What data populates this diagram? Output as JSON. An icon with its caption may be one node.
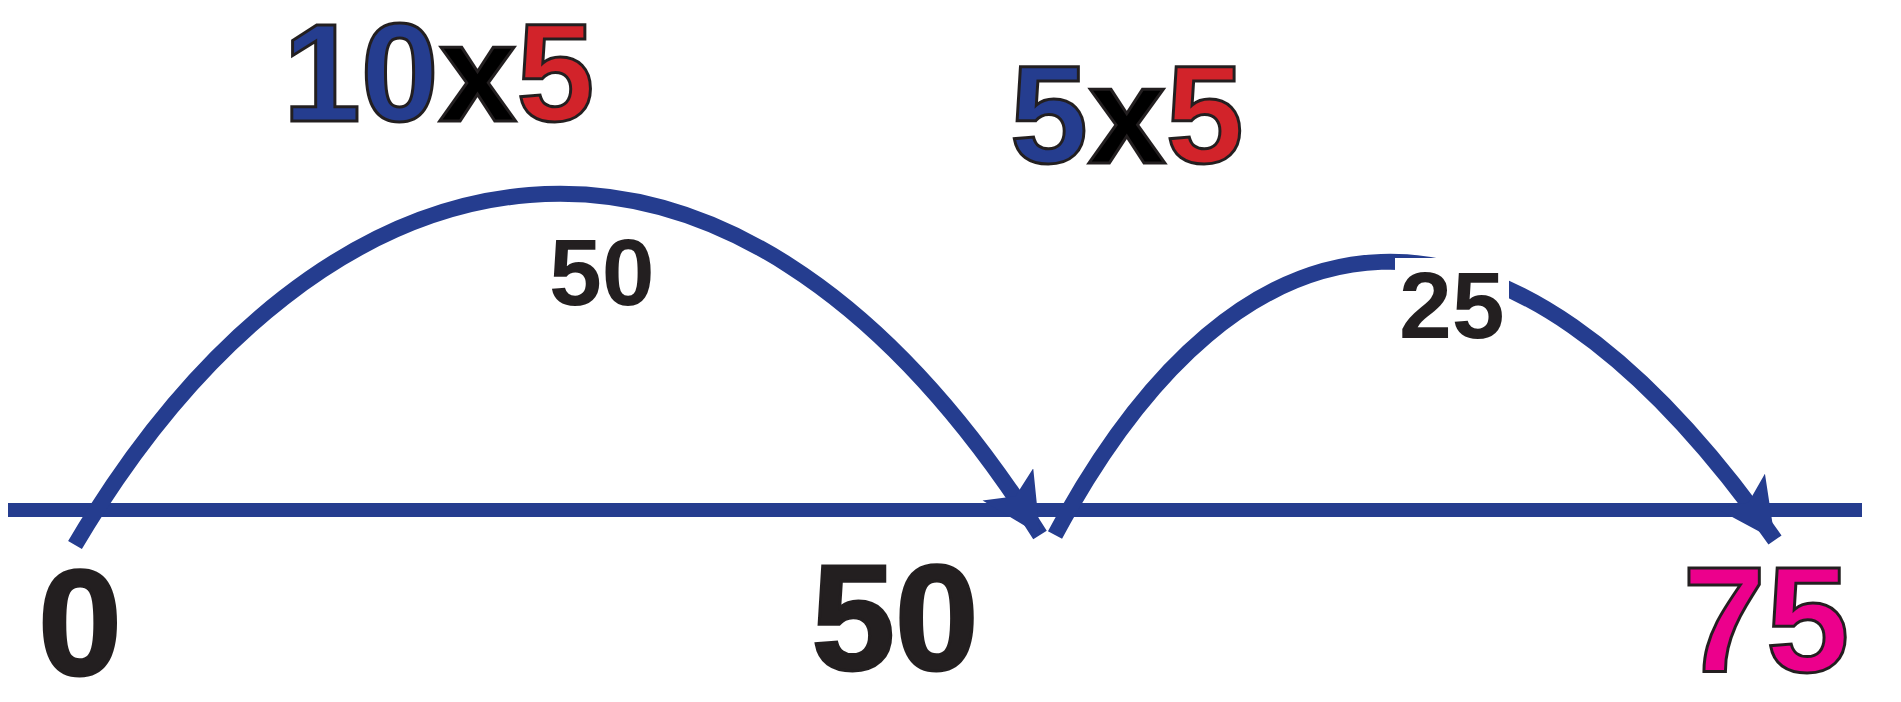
{
  "diagram": {
    "nodes": [
      {
        "text": [
          "0"
        ]
      },
      {
        "text": [
          "50"
        ]
      },
      {
        "text": [
          "75"
        ]
      }
    ],
    "edges": [
      {
        "from": 0,
        "to": 1,
        "arrow": "to",
        "label": "50"
      },
      {
        "from": 1,
        "to": 2,
        "arrow": "to",
        "label": "25"
      }
    ],
    "labels": [
      "10x5",
      "5x5"
    ]
  }
}
